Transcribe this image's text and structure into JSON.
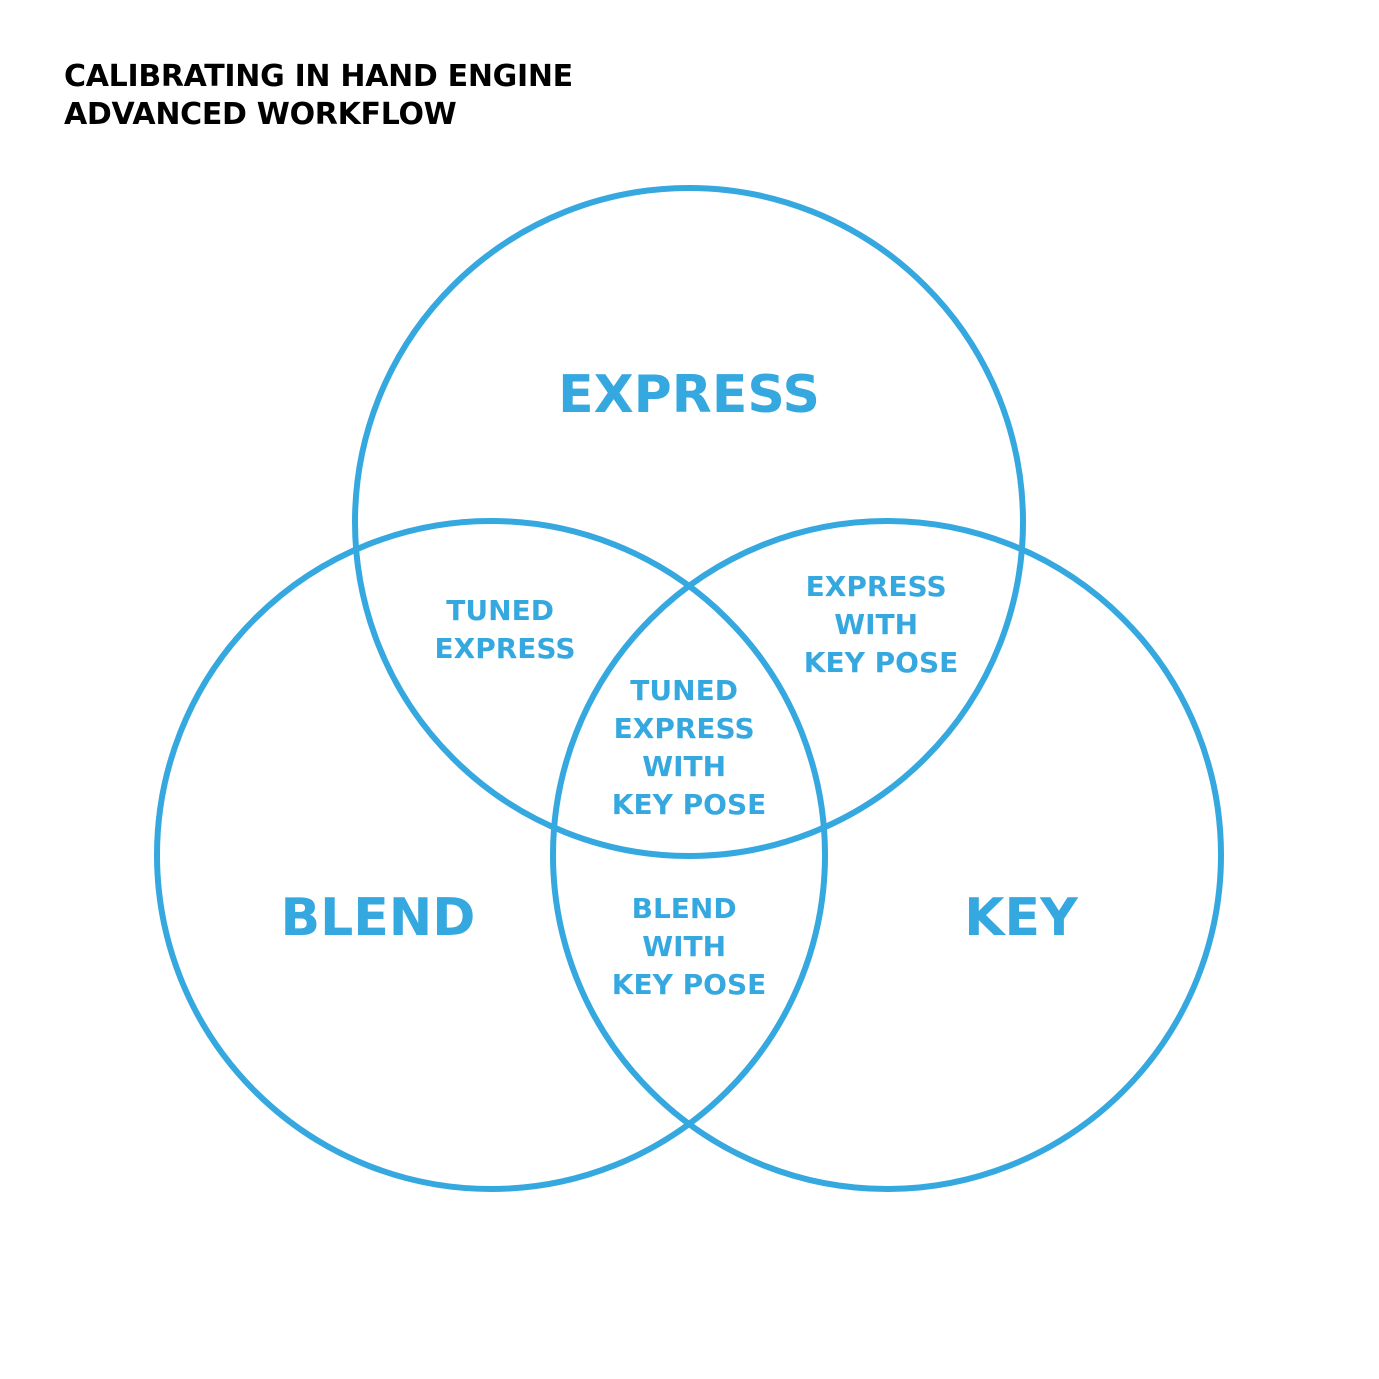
{
  "title": {
    "line1": "CALIBRATING IN HAND ENGINE",
    "line2": "ADVANCED WORKFLOW"
  },
  "colors": {
    "accent": "#36a8e0",
    "title": "#000000",
    "background": "#ffffff"
  },
  "sets": {
    "express": "EXPRESS",
    "blend": "BLEND",
    "key": "KEY"
  },
  "regions": {
    "tuned_express": [
      "TUNED",
      "EXPRESS"
    ],
    "express_with_key_pose": [
      "EXPRESS",
      "WITH",
      "KEY POSE"
    ],
    "tuned_express_with_key_pose": [
      "TUNED",
      "EXPRESS",
      "WITH",
      "KEY POSE"
    ],
    "blend_with_key_pose": [
      "BLEND",
      "WITH",
      "KEY POSE"
    ]
  }
}
